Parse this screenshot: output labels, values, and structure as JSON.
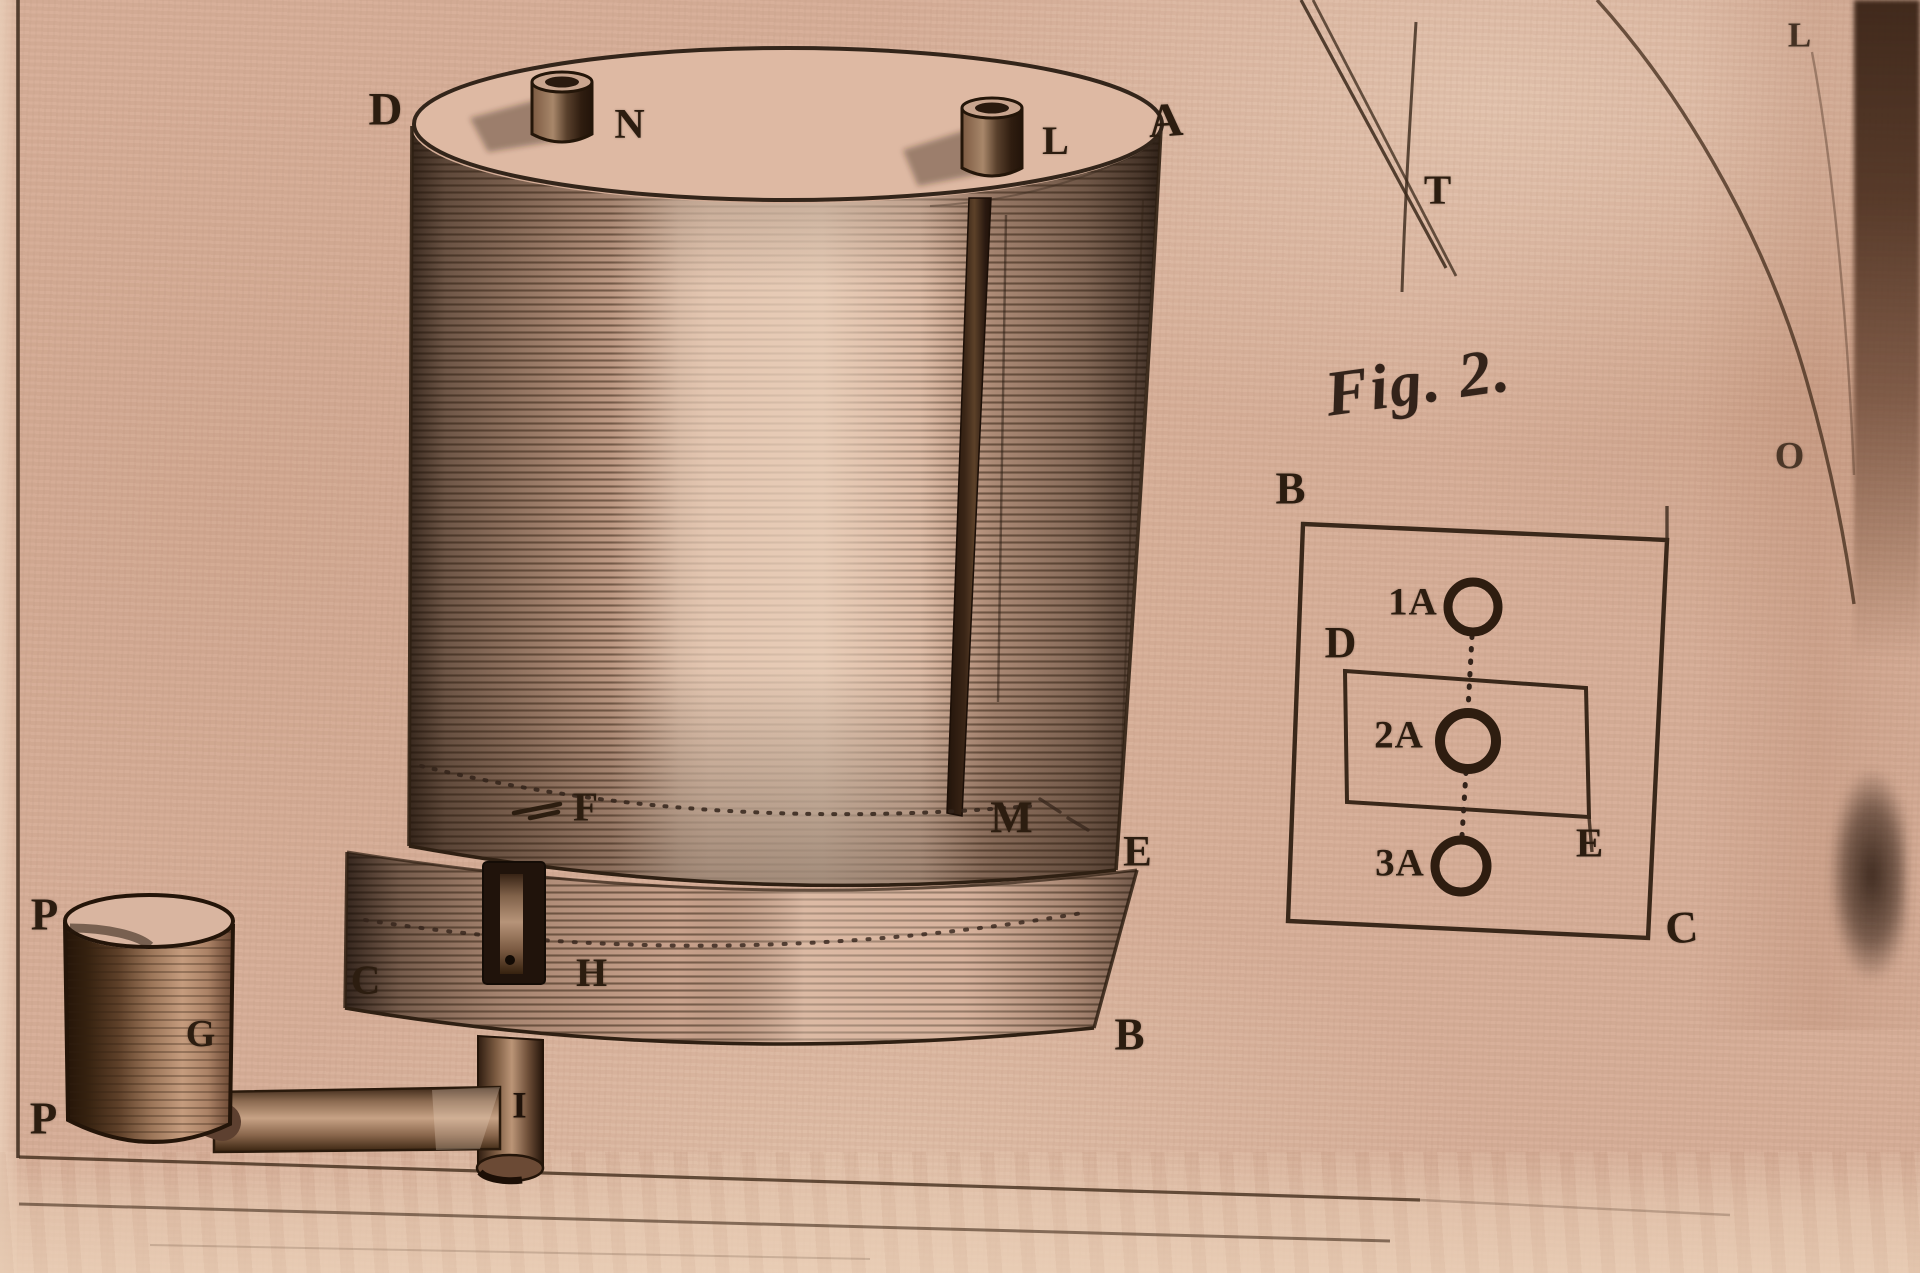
{
  "plate": {
    "caption_fig2": "Fig. 2.",
    "labels": {
      "main": {
        "D": "D",
        "N": "N",
        "L": "L",
        "A": "A",
        "T": "T",
        "M": "M",
        "E": "E",
        "F": "F",
        "H": "H",
        "C": "C",
        "B": "B",
        "P_upper": "P",
        "P_lower": "P",
        "G": "G",
        "I": "I"
      },
      "fig2": {
        "B": "B",
        "D": "D",
        "E": "E",
        "C": "C",
        "port1": "1A",
        "port2": "2A",
        "port3": "3A"
      },
      "margin": {
        "L": "L",
        "O": "O"
      }
    },
    "colors": {
      "paper": "#d6ae98",
      "ink": "#33241a",
      "page_edge_shadow": "#3f2719"
    }
  }
}
